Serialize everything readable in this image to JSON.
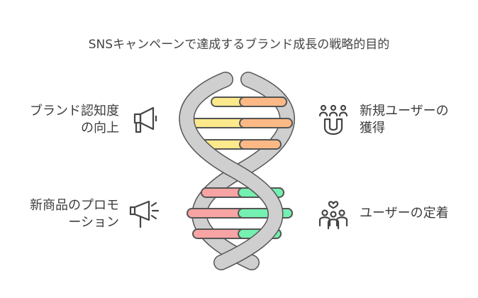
{
  "diagram": {
    "title": "SNSキャンペーンで達成するブランド成長の戦略的目的",
    "goals": [
      {
        "line1": "ブランド認知度",
        "line2": "の向上",
        "icon": "megaphone-icon"
      },
      {
        "line1": "新商品のプロモ",
        "line2": "ーション",
        "icon": "bullhorn-launch-icon"
      },
      {
        "line1": "新規ユーザーの",
        "line2": "獲得",
        "icon": "magnet-people-icon"
      },
      {
        "line1": "ユーザーの定着",
        "line2": "",
        "icon": "community-heart-icon"
      }
    ]
  },
  "colors": {
    "yellow": "#fbe98c",
    "orange": "#fdb985",
    "pink": "#f8a4a4",
    "green": "#74f0b0",
    "strand": "#cfcfcf",
    "outline": "#555555"
  }
}
